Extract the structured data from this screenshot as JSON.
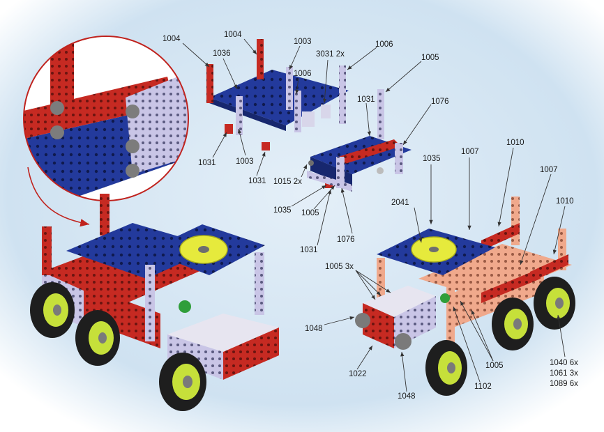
{
  "colors": {
    "background": "#d6e7f3",
    "blue_plate": "#233a9c",
    "red_strip": "#c62a22",
    "lilac_strip": "#c9c5e6",
    "salmon_strip": "#f0a98c",
    "yellow_wheel": "#e6ea3c",
    "tyre": "#1e1e1e",
    "rim": "#c6e03a",
    "callout_red": "#c0231e",
    "leader": "#333333"
  },
  "callouts": {
    "c1004a": "1004",
    "c1004b": "1004",
    "c1036": "1036",
    "c1003a": "1003",
    "c1006a": "1006",
    "c3031": "3031 2x",
    "c1006b": "1006",
    "c1005a": "1005",
    "c1031a": "1031",
    "c1076a": "1076",
    "c1031b": "1031",
    "c1003b": "1003",
    "c1031c": "1031",
    "c1015": "1015 2x",
    "c1035a": "1035",
    "c1005b": "1005",
    "c1031d": "1031",
    "c1076b": "1076",
    "c1035b": "1035",
    "c1007a": "1007",
    "c1010a": "1010",
    "c1007b": "1007",
    "c2041": "2041",
    "c1010b": "1010",
    "c1005c": "1005 3x",
    "c1048a": "1048",
    "c1022": "1022",
    "c1048b": "1048",
    "c1102": "1102",
    "c1005d": "1005",
    "c1040": "1040 6x",
    "c1061": "1061 3x",
    "c1089": "1089 6x"
  }
}
